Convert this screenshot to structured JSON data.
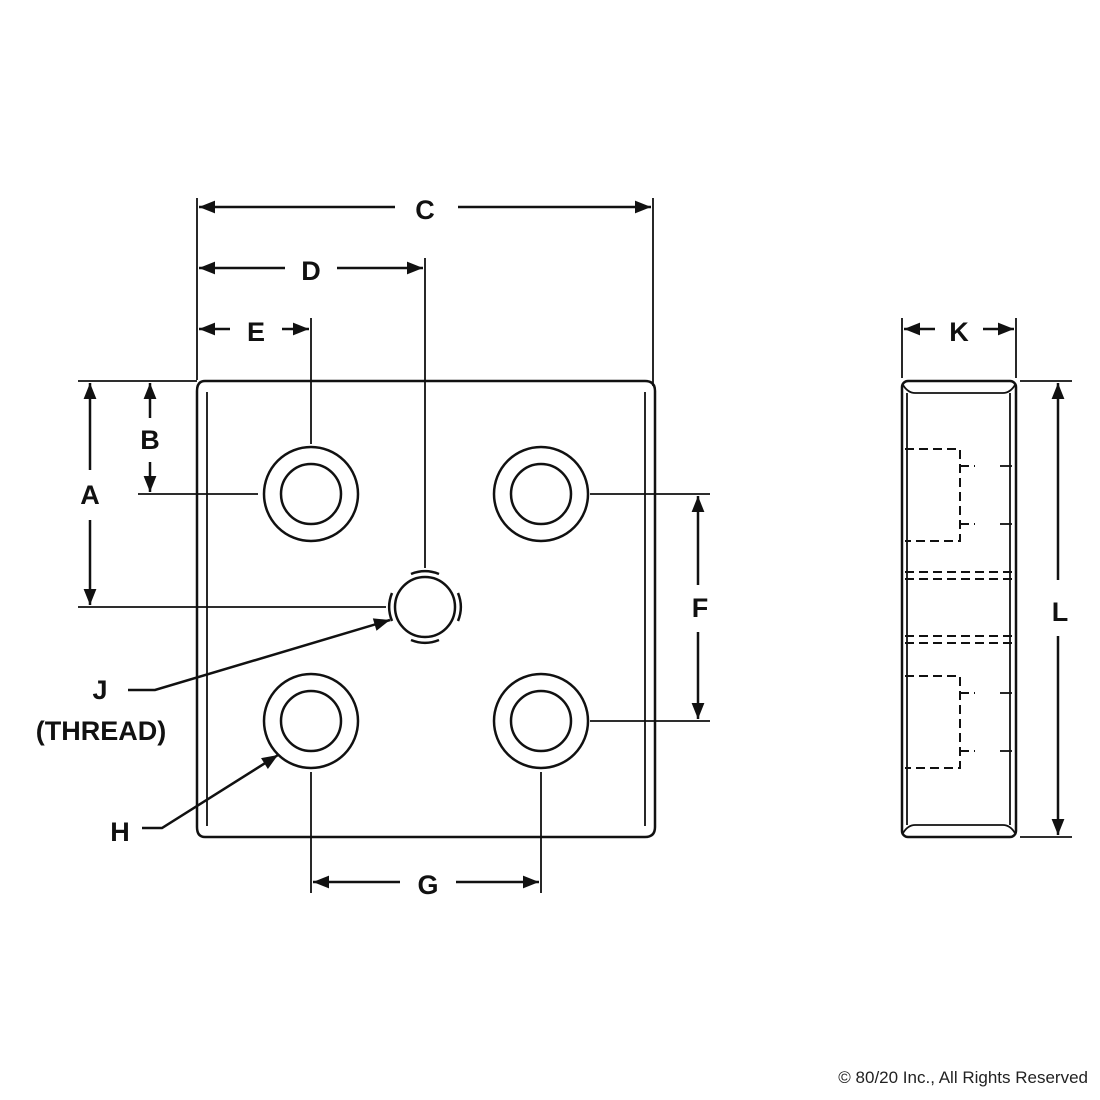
{
  "dimensions": {
    "A": "A",
    "B": "B",
    "C": "C",
    "D": "D",
    "E": "E",
    "F": "F",
    "G": "G",
    "H": "H",
    "J": "J",
    "J_note": "(THREAD)",
    "K": "K",
    "L": "L"
  },
  "copyright": "© 80/20 Inc., All Rights Reserved",
  "colors": {
    "line": "#111111",
    "background": "#ffffff"
  }
}
